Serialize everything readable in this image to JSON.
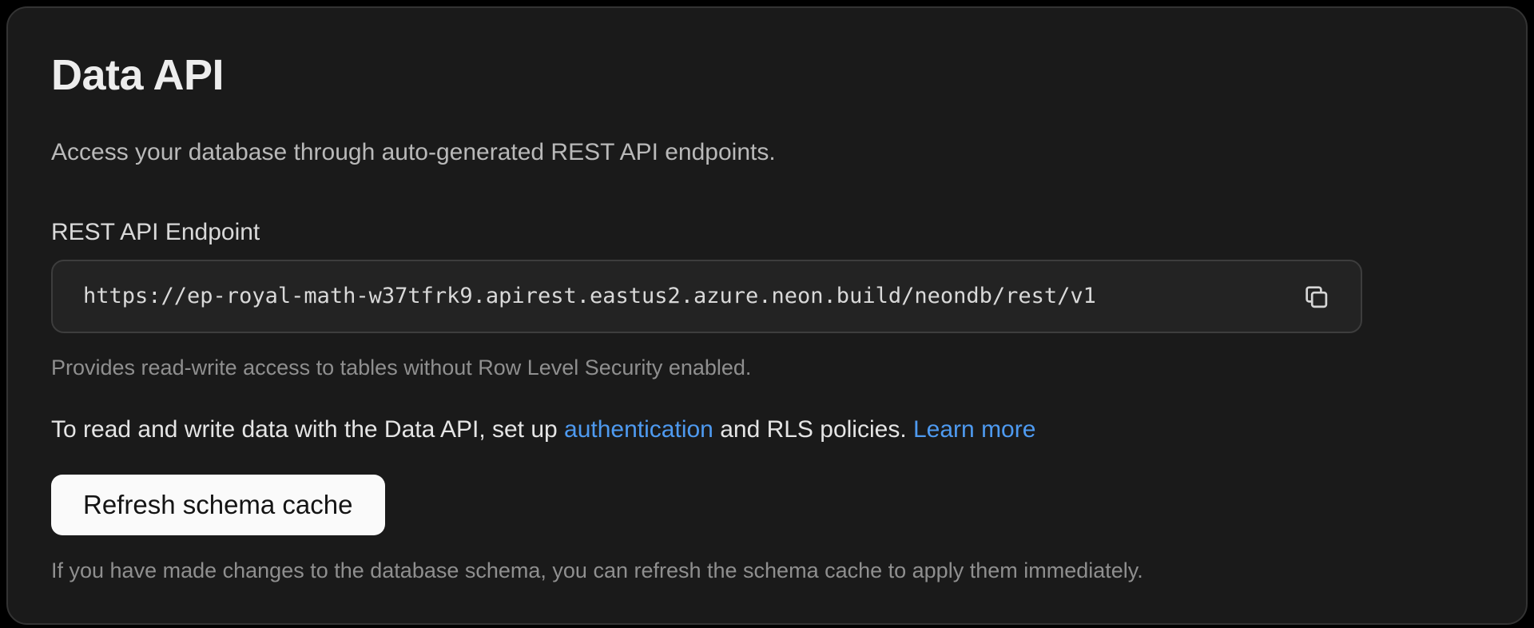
{
  "page": {
    "title": "Data API",
    "description": "Access your database through auto-generated REST API endpoints."
  },
  "endpoint": {
    "label": "REST API Endpoint",
    "url": "https://ep-royal-math-w37tfrk9.apirest.eastus2.azure.neon.build/neondb/rest/v1",
    "copy_icon": "copy-icon",
    "helper": "Provides read-write access to tables without Row Level Security enabled."
  },
  "rls_note": {
    "prefix": "To read and write data with the Data API, set up ",
    "auth_link_label": "authentication",
    "middle": " and RLS policies. ",
    "learn_more_label": "Learn more"
  },
  "schema_cache": {
    "button_label": "Refresh schema cache",
    "helper": "If you have made changes to the database schema, you can refresh the schema cache to apply them immediately."
  },
  "colors": {
    "card_background": "#1a1a1a",
    "card_border": "#333333",
    "field_background": "#232323",
    "link_blue": "#4e9af0",
    "button_background": "#fafafa"
  }
}
